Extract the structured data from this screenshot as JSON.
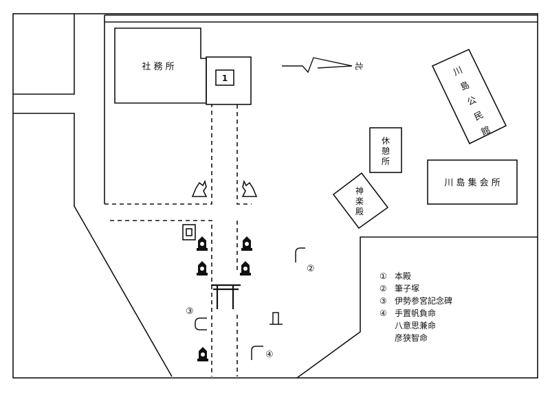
{
  "buildings": {
    "shamusho": "社 務 所",
    "honden_number": "1",
    "kyukeisho": [
      "休",
      "憩",
      "所"
    ],
    "kaguraden": [
      "神",
      "楽",
      "殿"
    ],
    "shuukaisho": "川 島 集 会 所",
    "koominkan": "川 島 公 民 館"
  },
  "compass": {
    "label": "北"
  },
  "markers": [
    "②",
    "③",
    "④"
  ],
  "legend": {
    "items": [
      {
        "num": "①",
        "lines": [
          "本殿"
        ]
      },
      {
        "num": "②",
        "lines": [
          "筆子塚"
        ]
      },
      {
        "num": "③",
        "lines": [
          "伊勢参宮記念碑"
        ]
      },
      {
        "num": "④",
        "lines": [
          "手置帆負命",
          "八意思兼命",
          "彦狭智命"
        ]
      }
    ]
  }
}
